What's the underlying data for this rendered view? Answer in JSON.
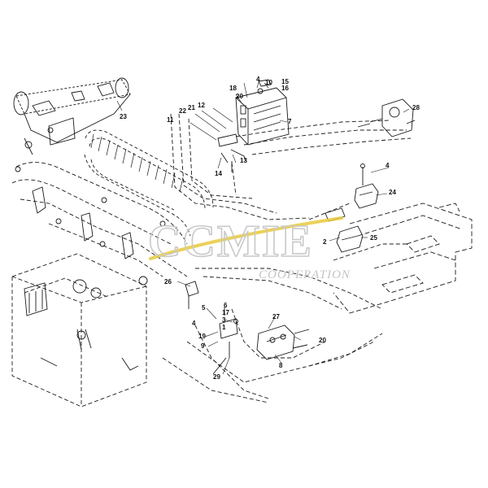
{
  "diagram": {
    "callouts": [
      "4",
      "10",
      "15",
      "16",
      "18",
      "20",
      "12",
      "22",
      "21",
      "11",
      "7",
      "13",
      "14",
      "23",
      "28",
      "4",
      "24",
      "2",
      "25",
      "26",
      "5",
      "6",
      "17",
      "3",
      "1",
      "4",
      "19",
      "9",
      "27",
      "20",
      "8",
      "29"
    ],
    "colors": {
      "line": "#1a1a1a",
      "watermark": "#c9c9c9",
      "swoosh": "#e8c93c"
    }
  },
  "watermark": {
    "brand": "CCMIE",
    "subtitle": "COOPERATION"
  }
}
